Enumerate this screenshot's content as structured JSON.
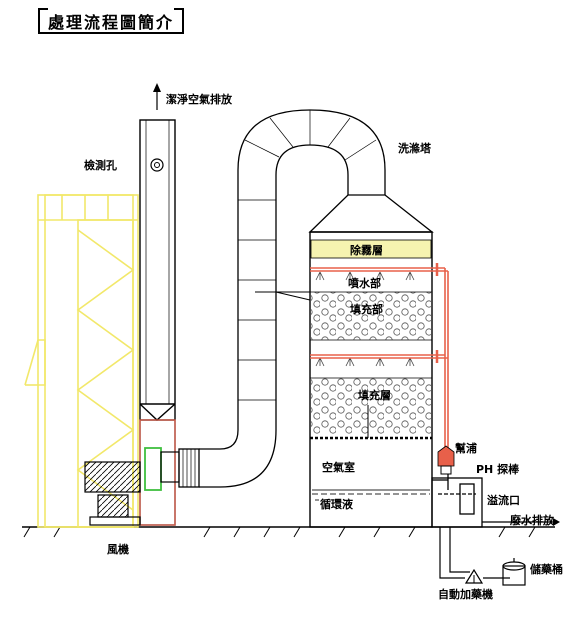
{
  "title": "處理流程圖簡介",
  "labels": {
    "exhaust": "潔淨空氣排放",
    "detection_hole": "檢測孔",
    "tower": "洗滌塔",
    "mist_remover": "除霧層",
    "spray_zone": "噴水部",
    "packing_upper": "填充部",
    "packing_lower": "填充層",
    "pump": "幫浦",
    "ph_probe": "PH 探棒",
    "air_chamber": "空氣室",
    "circulation_liquid": "循環液",
    "overflow": "溢流口",
    "wastewater": "廢水排放",
    "fan": "風機",
    "storage_tank": "儲藥桶",
    "auto_dosing": "自動加藥機"
  },
  "colors": {
    "line": "#000000",
    "hood": "#f2e86a",
    "pipe_red": "#e8604a",
    "mist_fill": "#f6f3b0",
    "fan_green": "#3fbf3f",
    "water": "#2a2a2a"
  }
}
